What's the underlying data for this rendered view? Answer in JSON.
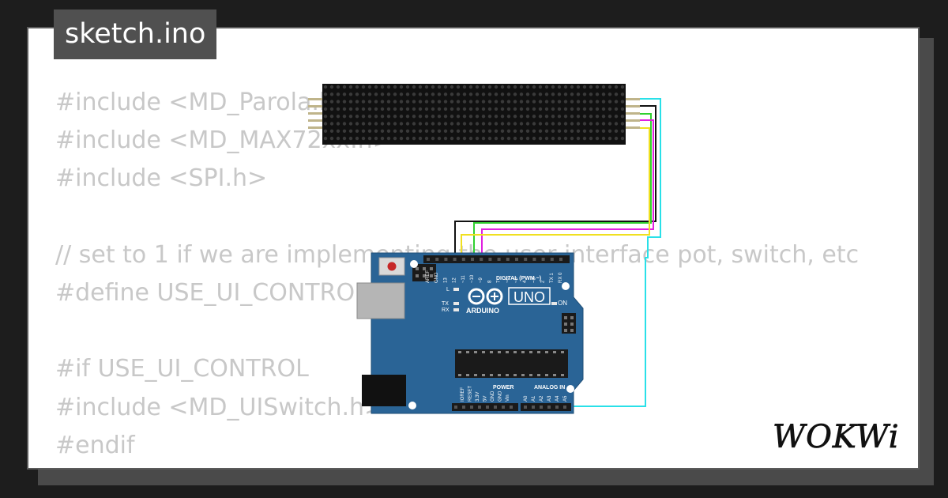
{
  "tab": {
    "title": "sketch.ino"
  },
  "code_lines": [
    "#include <MD_Parola.h>",
    "#include <MD_MAX72xx.h>",
    "#include <SPI.h>",
    "",
    "// set to 1 if we are implementing the user interface pot, switch, etc",
    "#define USE_UI_CONTROL 0",
    "",
    "#if USE_UI_CONTROL",
    "#include <MD_UISwitch.h>",
    "#endif"
  ],
  "board": {
    "model": "UNO",
    "brand": "ARDUINO",
    "labels": {
      "digital": "DIGITAL (PWM ~)",
      "power": "POWER",
      "analog": "ANALOG IN",
      "on": "ON",
      "l": "L",
      "tx": "TX",
      "rx": "RX"
    },
    "top_pins": [
      "AREF",
      "GND",
      "13",
      "12",
      "~11",
      "~10",
      "~9",
      "8",
      "7",
      "~6",
      "~5",
      "4",
      "~3",
      "2",
      "TX 1",
      "RX 0"
    ],
    "power_pins": [
      "IOREF",
      "RESET",
      "3.3V",
      "5V",
      "GND",
      "GND",
      "Vin"
    ],
    "analog_pins": [
      "A0",
      "A1",
      "A2",
      "A3",
      "A4",
      "A5"
    ]
  },
  "logo": {
    "text": "WOKWi"
  },
  "colors": {
    "background": "#1d1d1d",
    "card": "#ffffff",
    "tab": "#505050",
    "code_text": "#c8c8c8",
    "board": "#2a6496",
    "matrix": "#111111",
    "wire_cyan": "#29e0e8",
    "wire_black": "#111111",
    "wire_green": "#30d030",
    "wire_magenta": "#e020e0",
    "wire_yellow": "#f0e020"
  }
}
